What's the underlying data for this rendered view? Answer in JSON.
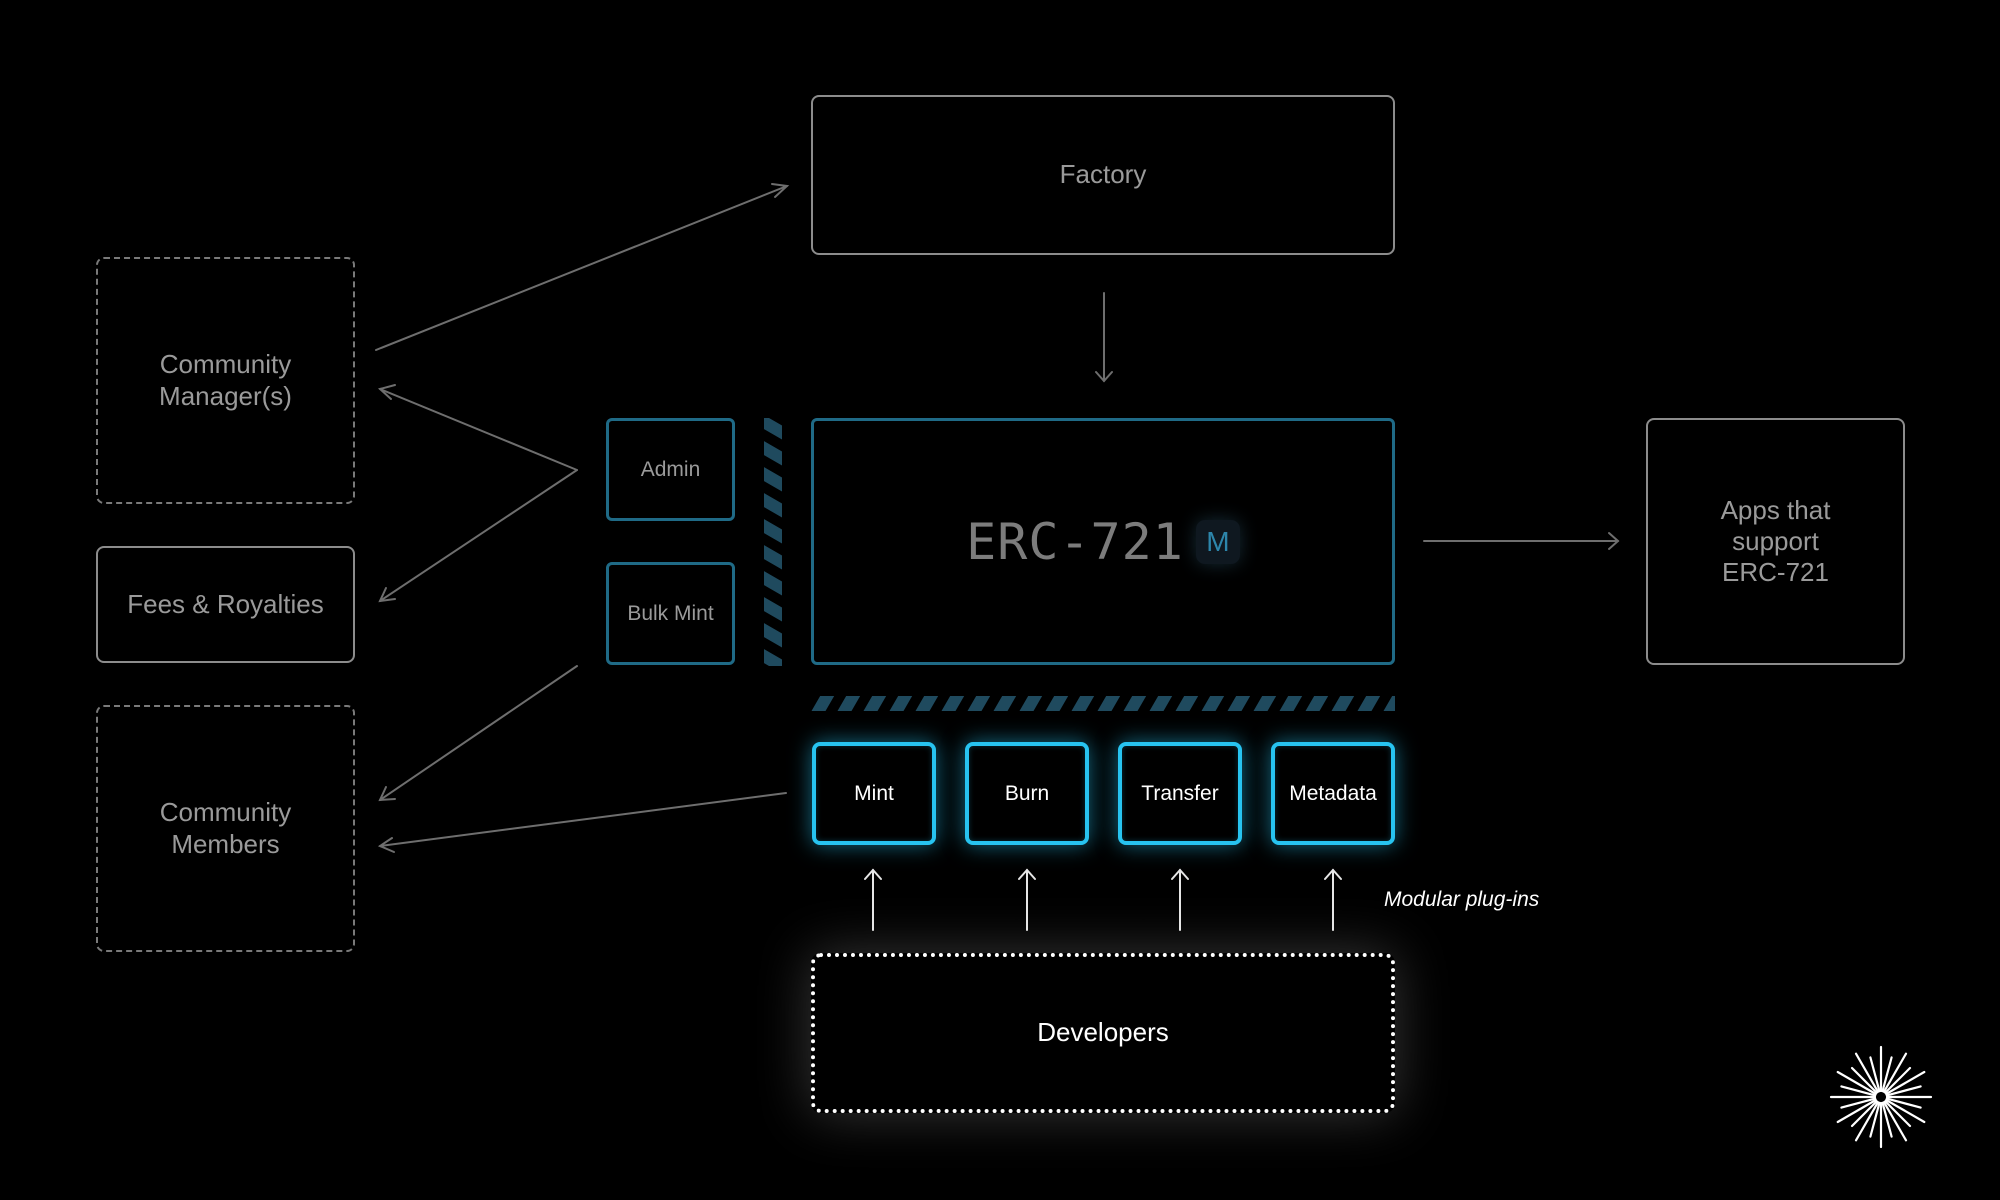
{
  "nodes": {
    "factory": "Factory",
    "community_managers": "Community\nManager(s)",
    "fees_royalties": "Fees & Royalties",
    "community_members": "Community\nMembers",
    "admin": "Admin",
    "bulk_mint": "Bulk Mint",
    "erc721": "ERC-721",
    "erc721_badge": "M",
    "apps": "Apps that\nsupport\nERC-721",
    "developers": "Developers"
  },
  "plugins": [
    "Mint",
    "Burn",
    "Transfer",
    "Metadata"
  ],
  "plugins_note": "Modular plug-ins",
  "colors": {
    "background": "#000000",
    "teal_border": "#1f6a86",
    "plugin_accent": "#27c3f0",
    "arrow": "#6e6e6e"
  },
  "icons": {
    "logo": "starburst-icon"
  }
}
